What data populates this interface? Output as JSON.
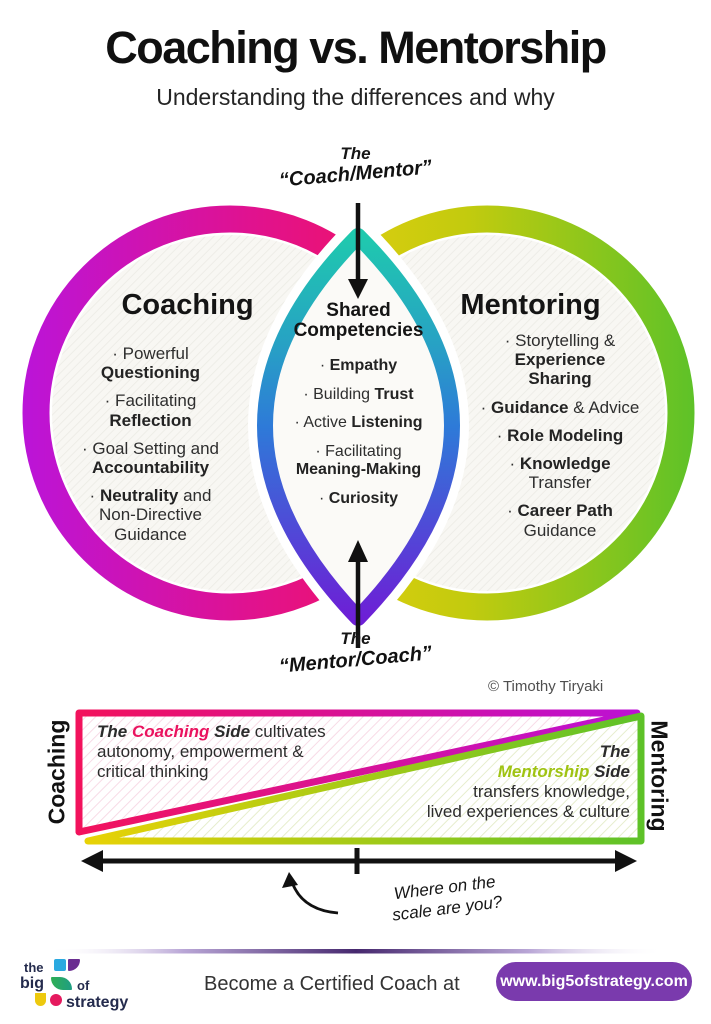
{
  "header": {
    "title": "Coaching vs. Mentorship",
    "subtitle": "Understanding the differences and why"
  },
  "top_label": {
    "line1": "The",
    "line2": "“Coach/Mentor”"
  },
  "bottom_label": {
    "line1": "The",
    "line2": "“Mentor/Coach”"
  },
  "copyright": "© Timothy Tiryaki",
  "venn": {
    "left": {
      "heading": "Coaching",
      "items": [
        "· Powerful\n**Questioning**",
        "· Facilitating\n**Reflection**",
        "· Goal Setting and\n**Accountability**",
        "· **Neutrality** and\nNon-Directive\nGuidance"
      ]
    },
    "center": {
      "heading": "Shared\nCompetencies",
      "items": [
        "· **Empathy**",
        "· Building **Trust**",
        "· Active **Listening**",
        "· Facilitating\n**Meaning-Making**",
        "· **Curiosity**"
      ]
    },
    "right": {
      "heading": "Mentoring",
      "items": [
        "· Storytelling &\n**Experience**\n**Sharing**",
        "· **Guidance** & Advice",
        "· **Role Modeling**",
        "· **Knowledge**\nTransfer",
        "· **Career Path**\nGuidance"
      ]
    }
  },
  "scale": {
    "left_axis": "Coaching",
    "right_axis": "Mentoring",
    "coaching_text": "**The** __Coaching__ **Side** cultivates\nautonomy, empowerment &\ncritical thinking",
    "mentoring_text": "**The**\n__Mentorship__ **Side**\ntransfers knowledge,\nlived experiences & culture",
    "question": "Where on the\nscale are you?"
  },
  "footer": {
    "cta": "Become a Certified Coach at",
    "button_label": "www.big5ofstrategy.com",
    "logo": {
      "the": "the",
      "big": "big",
      "of": "of",
      "strategy": "strategy"
    }
  },
  "colors": {
    "coaching_ring_start": "#bb14d8",
    "coaching_ring_end": "#f5115a",
    "mentoring_ring_start": "#e8cd10",
    "mentoring_ring_end": "#5ec228",
    "lens_top": "#1fc9ae",
    "lens_mid": "#2e7ad8",
    "lens_bottom": "#6d1fd6",
    "accent_pink": "#ea135f",
    "accent_green": "#9fc312",
    "button_purple": "#7a3aad",
    "arrow_black": "#111111"
  }
}
